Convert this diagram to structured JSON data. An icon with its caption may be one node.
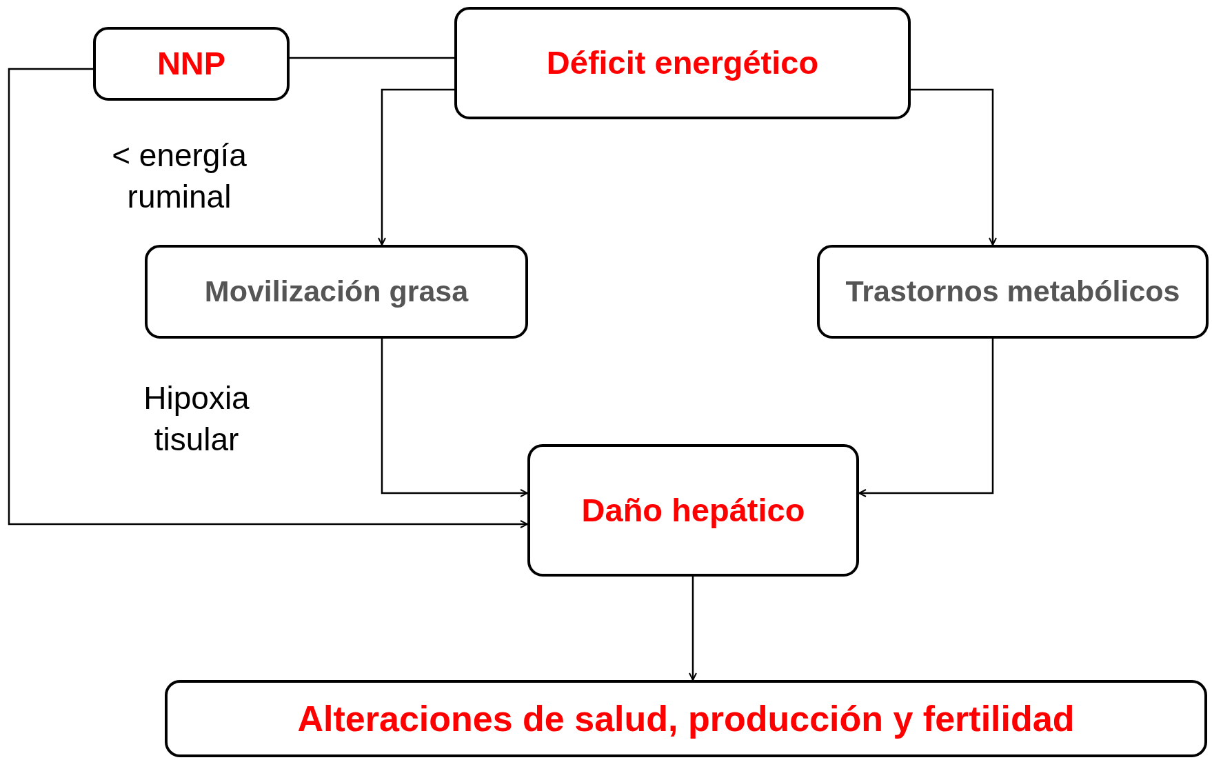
{
  "diagram": {
    "nodes": [
      {
        "text": [
          "NNP"
        ]
      },
      {
        "text": [
          "Déficit energético"
        ]
      },
      {
        "text": [
          "Movilización grasa"
        ]
      },
      {
        "text": [
          "Trastornos metabólicos"
        ]
      },
      {
        "text": [
          "Daño hepático"
        ]
      },
      {
        "text": [
          "Alteraciones de salud, producción y fertilidad"
        ]
      }
    ],
    "edges": [
      {
        "from": 0,
        "to": 1,
        "arrow": "none"
      },
      {
        "from": 1,
        "to": 2,
        "arrow": "to"
      },
      {
        "from": 1,
        "to": 3,
        "arrow": "to"
      },
      {
        "from": 2,
        "to": 4,
        "arrow": "to"
      },
      {
        "from": 3,
        "to": 4,
        "arrow": "to"
      },
      {
        "from": 0,
        "to": 4,
        "arrow": "to"
      },
      {
        "from": 4,
        "to": 5,
        "arrow": "to"
      }
    ],
    "labels": [
      "< energía ruminal",
      "Hipoxia tisular"
    ]
  }
}
